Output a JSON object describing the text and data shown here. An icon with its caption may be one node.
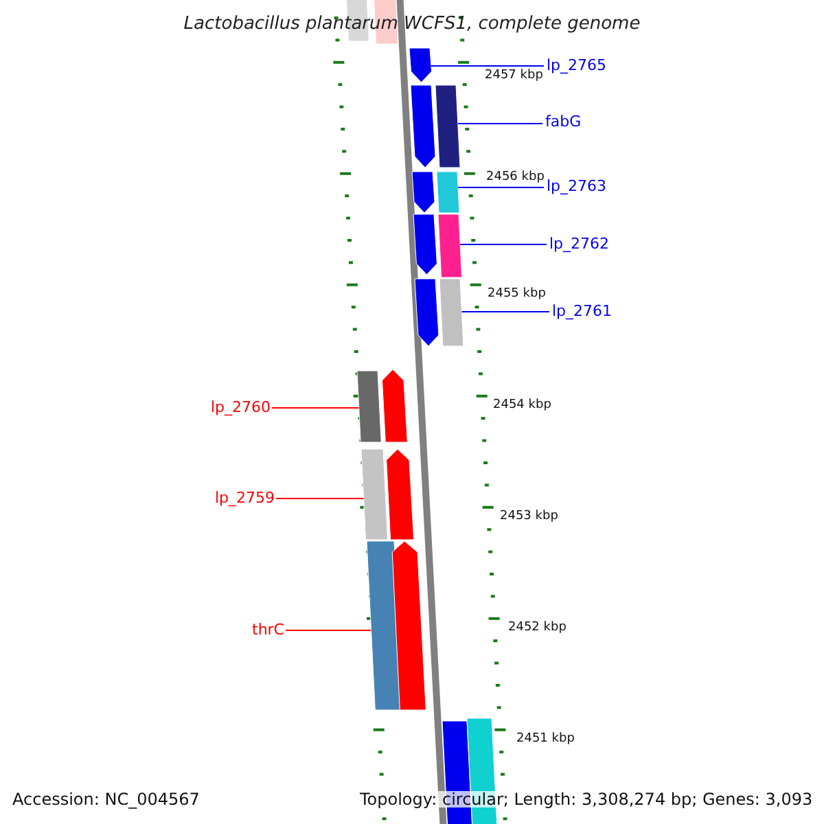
{
  "diagram": {
    "title": "Lactobacillus plantarum WCFS1, complete genome",
    "nodes": [
      {
        "text": [
          "lp_2765"
        ]
      },
      {
        "text": [
          "fabG"
        ]
      },
      {
        "text": [
          "lp_2763"
        ]
      },
      {
        "text": [
          "lp_2762"
        ]
      },
      {
        "text": [
          "lp_2761"
        ]
      },
      {
        "text": [
          "lp_2760"
        ]
      },
      {
        "text": [
          "lp_2759"
        ]
      },
      {
        "text": [
          "thrC"
        ]
      },
      {
        "text": [],
        "shape": "pentagon"
      },
      {
        "text": [],
        "shape": "bar"
      },
      {
        "text": [],
        "shape": "bar"
      },
      {
        "text": [],
        "shape": "bar"
      },
      {
        "text": [],
        "shape": "bar"
      },
      {
        "text": [],
        "shape": "bar"
      },
      {
        "text": [],
        "shape": "bar"
      },
      {
        "text": [],
        "shape": "bar"
      },
      {
        "text": [],
        "shape": "bar"
      },
      {
        "text": [],
        "shape": "bar"
      },
      {
        "text": [],
        "shape": "pentagon"
      },
      {
        "text": [],
        "shape": "pentagon"
      },
      {
        "text": [],
        "shape": "pentagon"
      },
      {
        "text": [],
        "shape": "pentagon"
      },
      {
        "text": [],
        "shape": "pentagon"
      },
      {
        "text": [],
        "shape": "pentagon"
      },
      {
        "text": [],
        "shape": "pentagon"
      },
      {
        "text": [],
        "shape": "bar"
      },
      {
        "text": [],
        "shape": "bar"
      }
    ],
    "edges": [
      {
        "from": 0,
        "to": 8,
        "arrow": "none"
      },
      {
        "from": 1,
        "to": 9,
        "arrow": "none"
      },
      {
        "from": 2,
        "to": 10,
        "arrow": "none"
      },
      {
        "from": 3,
        "to": 11,
        "arrow": "none"
      },
      {
        "from": 4,
        "to": 12,
        "arrow": "none"
      },
      {
        "from": 5,
        "to": 13,
        "arrow": "none",
        "color": "#ff0000"
      },
      {
        "from": 6,
        "to": 14,
        "arrow": "none",
        "color": "#ff0000"
      },
      {
        "from": 7,
        "to": 15,
        "arrow": "none",
        "color": "#ff0000"
      }
    ],
    "labels": [
      "2457 kbp",
      "2456 kbp",
      "2455 kbp",
      "2454 kbp",
      "2453 kbp",
      "2452 kbp",
      "2451 kbp",
      "Accession: NC_004567",
      "Topology: circular; Length: 3,308,274 bp; Genes: 3,093"
    ]
  }
}
